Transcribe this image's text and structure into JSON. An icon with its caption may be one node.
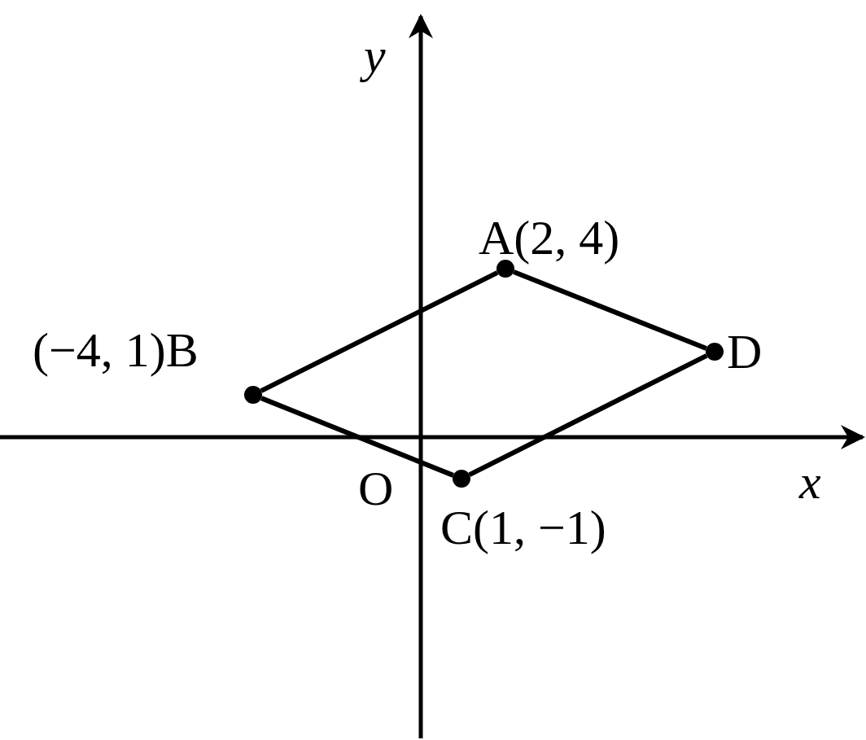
{
  "diagram": {
    "nodes": [
      {
        "text": [],
        "shape": "circle",
        "beside": [
          "A(2, 4)"
        ]
      },
      {
        "text": [],
        "shape": "circle",
        "beside": [
          "(−4, 1)B"
        ]
      },
      {
        "text": [],
        "shape": "circle",
        "beside": [
          "C(1, −1)"
        ]
      },
      {
        "text": [],
        "shape": "circle",
        "beside": [
          "D"
        ]
      }
    ],
    "edges": [
      {
        "from": 0,
        "to": 3,
        "arrow": "none"
      },
      {
        "from": 3,
        "to": 2,
        "arrow": "none"
      },
      {
        "from": 2,
        "to": 1,
        "arrow": "none"
      },
      {
        "from": 1,
        "to": 0,
        "arrow": "none"
      }
    ],
    "labels": [
      "y",
      "x",
      "O"
    ]
  }
}
